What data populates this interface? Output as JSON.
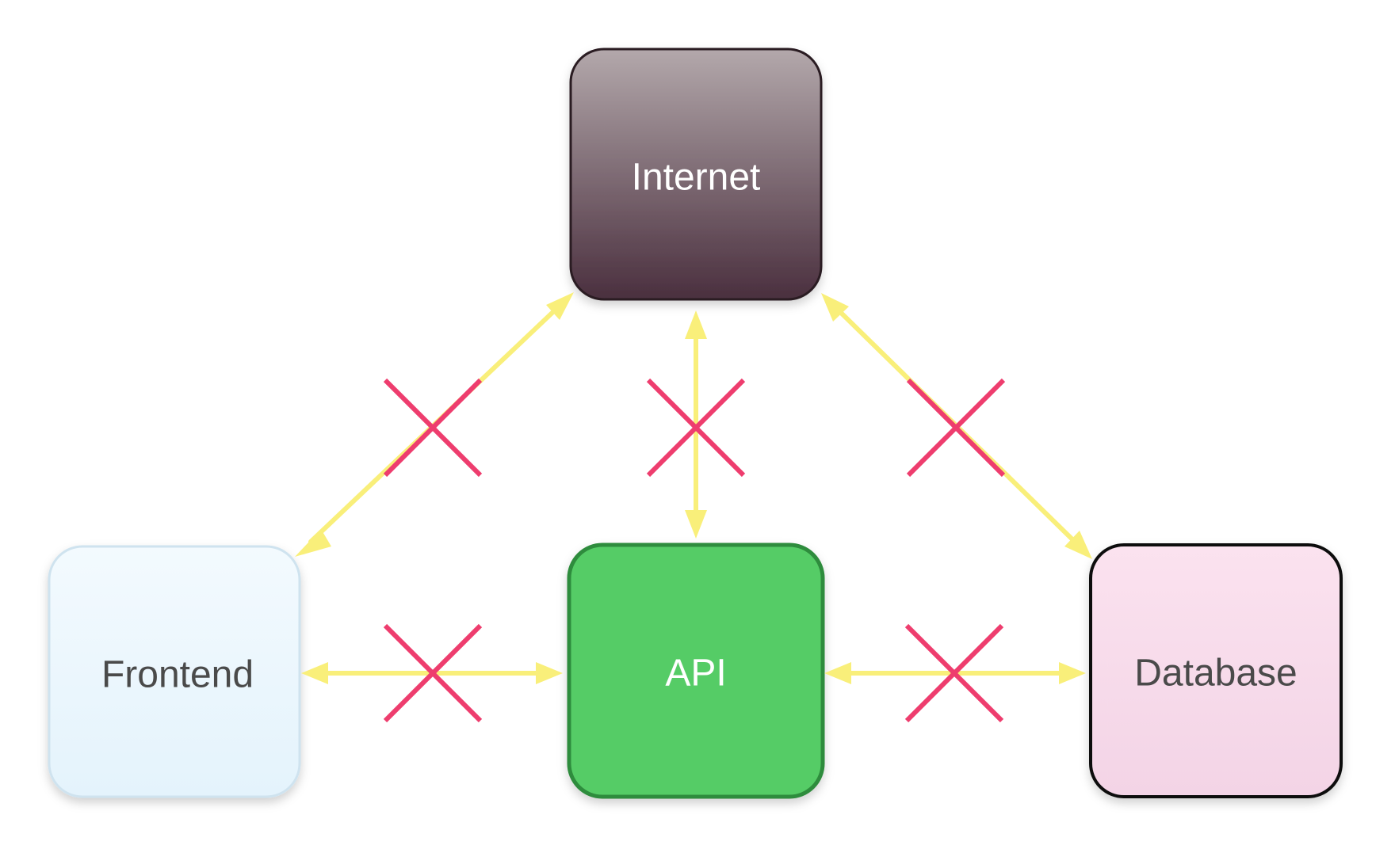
{
  "nodes": {
    "internet": {
      "label": "Internet",
      "text_color": "#ffffff"
    },
    "frontend": {
      "label": "Frontend",
      "text_color": "#4a4a4a"
    },
    "api": {
      "label": "API",
      "text_color": "#ffffff"
    },
    "database": {
      "label": "Database",
      "text_color": "#4a4a4a"
    }
  },
  "connections": [
    {
      "from": "frontend",
      "to": "internet",
      "bidirectional": true,
      "blocked": true
    },
    {
      "from": "api",
      "to": "internet",
      "bidirectional": true,
      "blocked": true
    },
    {
      "from": "database",
      "to": "internet",
      "bidirectional": true,
      "blocked": true
    },
    {
      "from": "frontend",
      "to": "api",
      "bidirectional": true,
      "blocked": true
    },
    {
      "from": "api",
      "to": "database",
      "bidirectional": true,
      "blocked": true
    }
  ],
  "colors": {
    "arrow": "#f9ef7a",
    "blocked_mark": "#ee3d6e",
    "internet_fill_top": "#b3a8ab",
    "internet_fill_bottom": "#4a2f3e",
    "frontend_fill": "#eaf6fd",
    "api_fill": "#55cc66",
    "database_fill": "#f9dbec"
  }
}
